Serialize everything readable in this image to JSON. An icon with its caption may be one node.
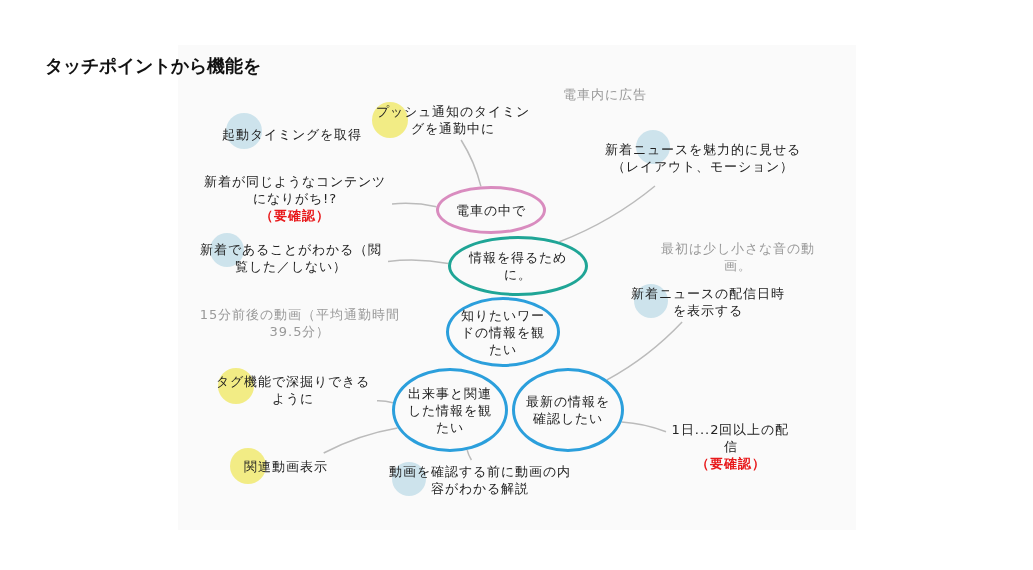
{
  "diagram": {
    "title": "タッチポイントから機能を",
    "nodes": [
      {
        "text": [
          "電車の中で"
        ]
      },
      {
        "text": [
          "情報を得るために。"
        ]
      },
      {
        "text": [
          "知りたいワードの情報を観たい"
        ]
      },
      {
        "text": [
          "出来事と関連した情報を観たい"
        ]
      },
      {
        "text": [
          "最新の情報を確認したい"
        ]
      },
      {
        "text": [
          "起動タイミングを取得"
        ]
      },
      {
        "text": [
          "プッシュ通知のタイミングを通勤中に"
        ]
      },
      {
        "text": [
          "新着が同じようなコンテンツになりがち!?",
          "（要確認）"
        ]
      },
      {
        "text": [
          "新着であることがわかる（閲覧した／しない）"
        ]
      },
      {
        "text": [
          "新着ニュースを魅力的に見せる（レイアウト、モーション）"
        ]
      },
      {
        "text": [
          "新着ニュースの配信日時を表示する"
        ]
      },
      {
        "text": [
          "1日...2回以上の配信",
          "（要確認）"
        ]
      },
      {
        "text": [
          "タグ機能で深掘りできるように"
        ]
      },
      {
        "text": [
          "関連動画表示"
        ]
      },
      {
        "text": [
          "動画を確認する前に動画の内容がわかる解説"
        ]
      }
    ],
    "edges": [
      {
        "from": 6,
        "to": 0,
        "arrow": "none"
      },
      {
        "from": 7,
        "to": 0,
        "arrow": "none"
      },
      {
        "from": 8,
        "to": 1,
        "arrow": "none"
      },
      {
        "from": 9,
        "to": 1,
        "arrow": "none"
      },
      {
        "from": 10,
        "to": 4,
        "arrow": "none"
      },
      {
        "from": 4,
        "to": 11,
        "arrow": "none"
      },
      {
        "from": 12,
        "to": 3,
        "arrow": "none"
      },
      {
        "from": 13,
        "to": 3,
        "arrow": "none"
      },
      {
        "from": 14,
        "to": 3,
        "arrow": "none"
      }
    ],
    "labels": [
      "電車内に広告",
      "最初は少し小さな音の動画。",
      "15分前後の動画（平均通勤時間39.5分）"
    ]
  }
}
